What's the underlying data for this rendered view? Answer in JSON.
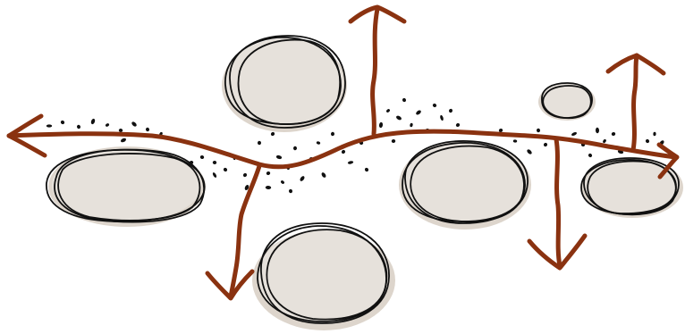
{
  "canvas": {
    "background": "#ffffff"
  },
  "style": {
    "arrow_color": "#8a3210",
    "stone_fill": "#e6e1db",
    "stone_shadow": "#ddd5cc",
    "outline_color": "#111111",
    "speckle_color": "#111111"
  },
  "diagram": {
    "type": "hand-drawn flow diagram",
    "main_path": {
      "direction": "left-right",
      "icon": "double-headed-wavy-arrow"
    },
    "branches": [
      {
        "id": "branch-up-center",
        "direction": "up",
        "icon": "arrow-up"
      },
      {
        "id": "branch-down-left",
        "direction": "down",
        "icon": "arrow-down"
      },
      {
        "id": "branch-down-right",
        "direction": "down",
        "icon": "arrow-down"
      },
      {
        "id": "branch-up-right",
        "direction": "up",
        "icon": "arrow-up"
      }
    ],
    "stones": [
      {
        "id": "stone-left",
        "size": "large"
      },
      {
        "id": "stone-top-center",
        "size": "large"
      },
      {
        "id": "stone-bottom-center",
        "size": "large"
      },
      {
        "id": "stone-center-right",
        "size": "large"
      },
      {
        "id": "stone-small-top-right",
        "size": "small"
      },
      {
        "id": "stone-far-right",
        "size": "medium"
      }
    ],
    "text_labels": []
  }
}
